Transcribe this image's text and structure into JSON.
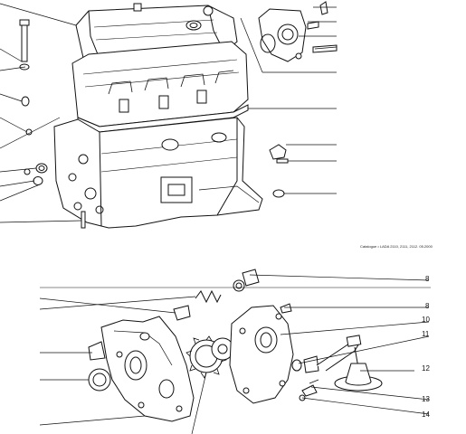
{
  "caption": "Catalogue • LADA 2110, 2111, 2112. 05.2000",
  "callouts": [
    {
      "id": "c8a",
      "text": "8"
    },
    {
      "id": "c8b",
      "text": "8"
    },
    {
      "id": "c10",
      "text": "10"
    },
    {
      "id": "c11",
      "text": "11"
    },
    {
      "id": "c12",
      "text": "12"
    },
    {
      "id": "c13",
      "text": "13"
    },
    {
      "id": "c14",
      "text": "14"
    }
  ]
}
